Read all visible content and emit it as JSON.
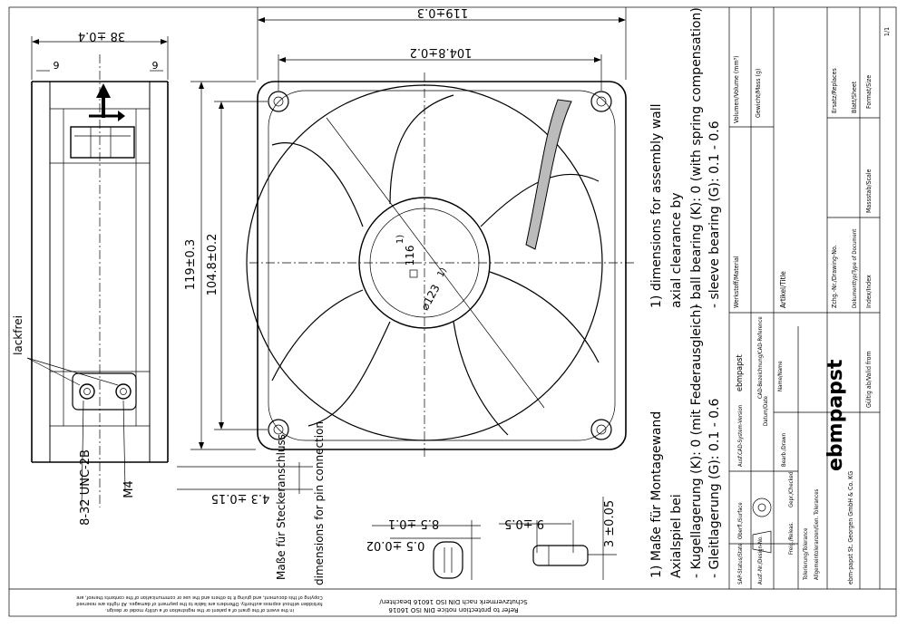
{
  "side_view": {
    "width_dim": "38 ±0.4",
    "edge_dim_left": "6",
    "edge_dim_right": "6",
    "lackfrei": "lackfrei",
    "thread": "8-32 UNC-2B",
    "m4": "M4"
  },
  "front_view": {
    "outer_width": "119±0.3",
    "hole_pitch_w": "104.8±0.2",
    "outer_height": "119±0.3",
    "hole_pitch_h": "104.8±0.2",
    "hole_size": "116",
    "hole_size_note": "1)",
    "diameter": "⌀123",
    "diameter_note": "1)"
  },
  "pin": {
    "offset_dim": "4.3 ±0.15",
    "label_de": "Maße für Steckeranschluss",
    "label_en": "dimensions for pin connection",
    "d1": "8.5 ±0.1",
    "d2": "0.5 ±0.02",
    "d3": "9 ±0.5",
    "d4": "3 ±0.05"
  },
  "notes": {
    "en_1": "1) dimensions for assembly wall",
    "en_2": "axial clearance by",
    "en_3": "- ball bearing (K): 0 (with spring compensation)",
    "en_4": "- sleeve bearing (G): 0.1 - 0.6",
    "de_1": "1) Maße für Montagewand",
    "de_2": "Axialspiel bei",
    "de_3": "- Kugellagerung (K): 0 (mit Federausgleich)",
    "de_4": "- Gleitlagerung (G): 0.1 - 0.6"
  },
  "protection": {
    "de": "Schutzvermerk nach DIN ISO 16016 beachten/",
    "en": "Refer to protection notice DIN ISO 16016",
    "copy1": "Copying of this document, and giving it to others and the use or communication of the contents thereof, are",
    "copy2": "forbidden without express authority. Offenders are liable to the payment of damages. All rights are reserved",
    "copy3": "in the event of the grant of a patent or the registration of a utility model or design."
  },
  "title_block": {
    "r1": "Volumen/Volume (mm³)",
    "r2": "Gewicht/Mass (g)",
    "r3": "Werkstoff/Material",
    "r4": "ebmpapst",
    "r5": "CAD-Bezeichnung/CAD-Reference",
    "r6": "Ausf.CAD-System-Version",
    "r7": "Datum/Date",
    "r8": "Name/Name",
    "r9": "Bearb./Drawn",
    "r10": "Gepr./Checked",
    "r11": "Freig./Releas.",
    "r12": "Artikel/Title",
    "r13": "Zchg.-Nr./Drawing-No.",
    "r14": "Dokumenttyp/Type of Document",
    "r15": "Ersatz/Replaces",
    "r16": "Blatt/Sheet",
    "r17": "Format/Size",
    "r18": "Massstab/Scale",
    "r19": "Index/Index",
    "r20": "Gültig ab/Valid from",
    "r21": "Oberfl./Surface",
    "r22": "Tolerierung/Tolerance",
    "r23": "Allgemeintoleranzen/Gen. Tolerances",
    "r24": "SAP-Status/State",
    "r25": "Ausf.-Nr./Design-No.",
    "r26": "ebm-papst St. Georgen GmbH & Co. KG",
    "brand": "ebmpapst",
    "page": "1/1"
  }
}
